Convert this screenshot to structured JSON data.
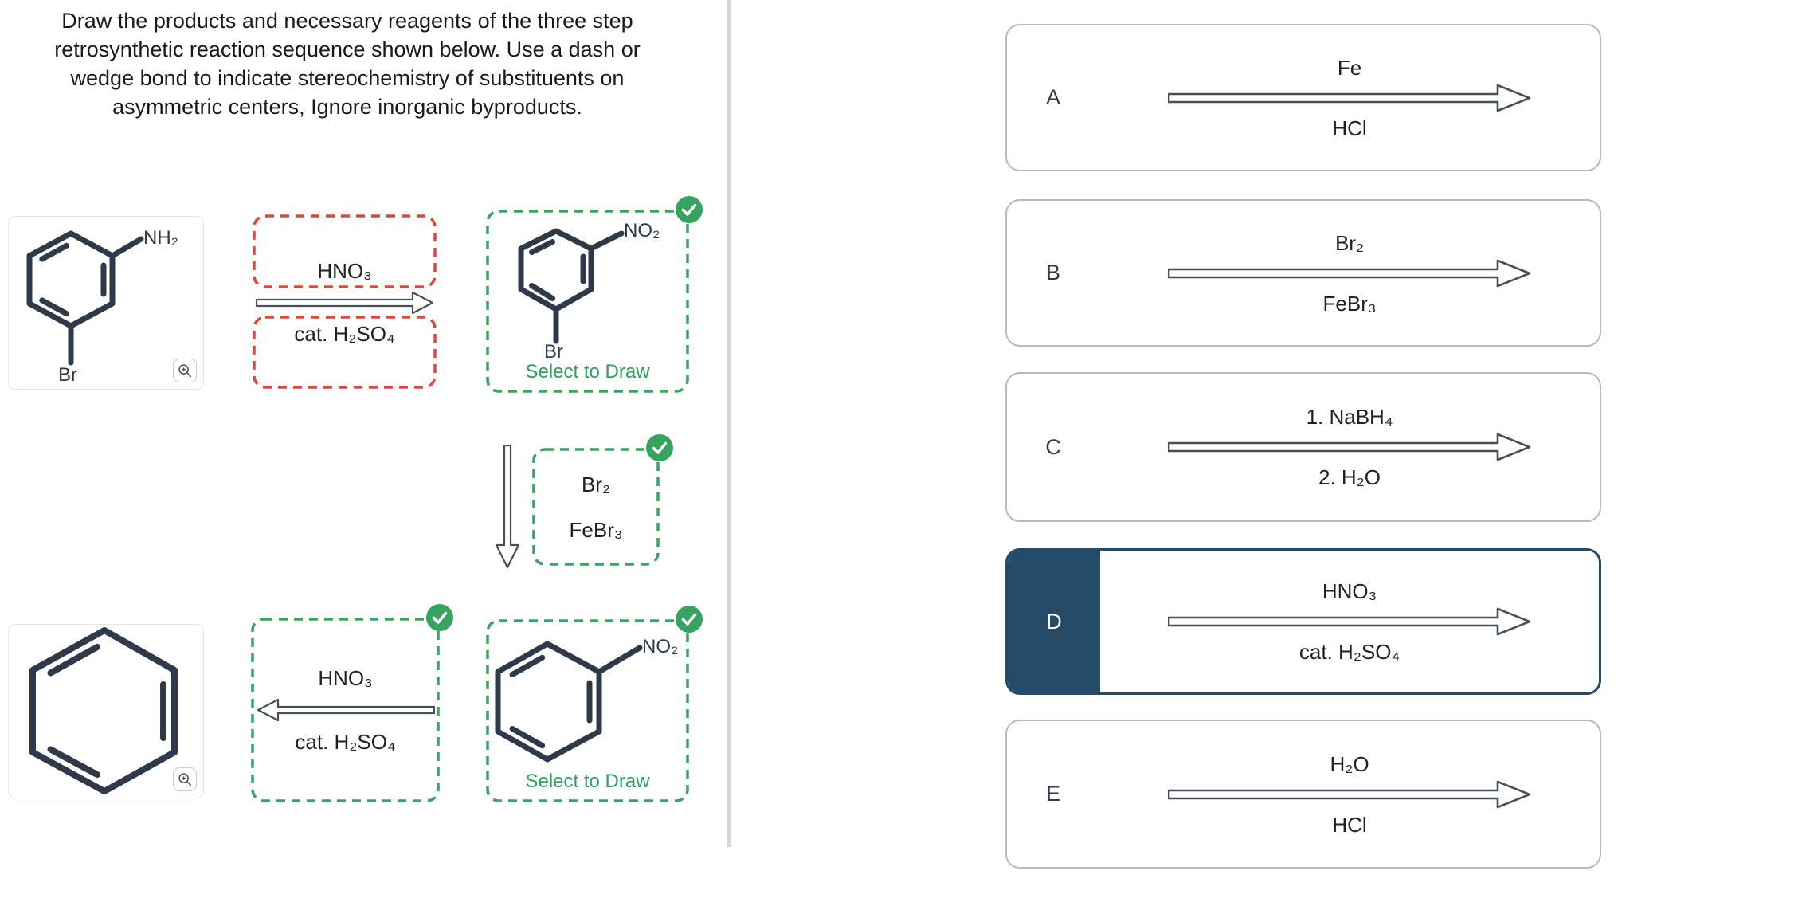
{
  "problem": {
    "title": "Draw the products and necessary reagents of the three step\nretrosynthetic reaction sequence shown below. Use a dash or\nwedge bond to indicate stereochemistry of substituents on\nasymmetric centers, Ignore inorganic byproducts."
  },
  "scheme": {
    "start_molecule": {
      "top_label": "NH₂",
      "bottom_label": "Br"
    },
    "step1": {
      "top_reagent": "HNO₃",
      "bottom_reagent": "cat. H₂SO₄"
    },
    "product1": {
      "top_label": "NO₂",
      "bottom_label": "Br",
      "cta": "Select to Draw"
    },
    "step2": {
      "top_reagent": "Br₂",
      "bottom_reagent": "FeBr₃"
    },
    "step3": {
      "top_reagent": "HNO₃",
      "bottom_reagent": "cat. H₂SO₄"
    },
    "product3": {
      "top_label": "NO₂",
      "cta": "Select to Draw"
    }
  },
  "options": [
    {
      "label": "A",
      "top": "Fe",
      "bottom": "HCl",
      "selected": false
    },
    {
      "label": "B",
      "top": "Br₂",
      "bottom": "FeBr₃",
      "selected": false
    },
    {
      "label": "C",
      "top": "1. NaBH₄",
      "bottom": "2. H₂O",
      "selected": false
    },
    {
      "label": "D",
      "top": "HNO₃",
      "bottom": "cat. H₂SO₄",
      "selected": true
    },
    {
      "label": "E",
      "top": "H₂O",
      "bottom": "HCl",
      "selected": false
    }
  ],
  "colors": {
    "accent_green": "#3aa35f",
    "accent_red": "#e4453b",
    "selected_navy": "#254b69",
    "molecule_stroke": "#2e3a49"
  }
}
